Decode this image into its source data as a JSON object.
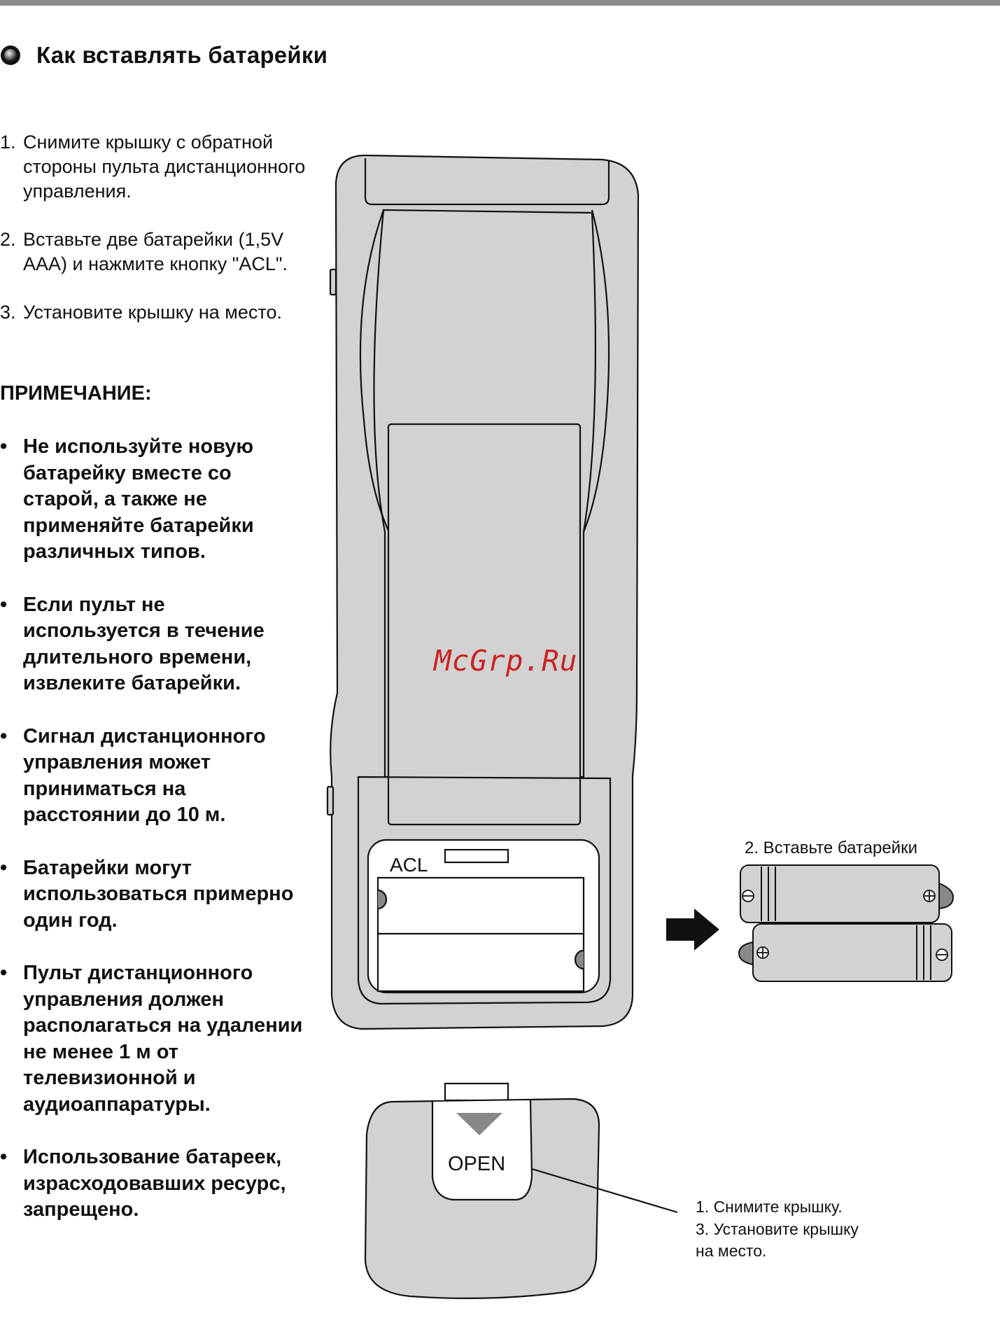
{
  "header": {
    "title": "Как вставлять батарейки"
  },
  "steps": [
    {
      "num": "1.",
      "text": "Снимите крышку с обратной стороны пульта дистанционного управления."
    },
    {
      "num": "2.",
      "text": "Вставьте две батарейки (1,5V AAA) и нажмите кнопку \"ACL\"."
    },
    {
      "num": "3.",
      "text": "Установите крышку на место."
    }
  ],
  "note_heading": "ПРИМЕЧАНИЕ:",
  "notes": [
    "Не используйте новую батарейку вместе со старой, а также не применяйте батарейки различных типов.",
    "Если пульт не используется в течение длительного времени, извлеките батарейки.",
    "Сигнал дистанционного управления может приниматься на расстоянии до 10 м.",
    "Батарейки могут использоваться примерно один год.",
    "Пульт дистанционного управления должен располагаться на удалении не менее 1 м от телевизионной и аудиоаппаратуры.",
    "Использование батареек, израсходовавших ресурс, запрещено."
  ],
  "illustration": {
    "acl_label": "ACL",
    "open_label": "OPEN",
    "insert_caption": "2. Вставьте батарейки",
    "cover_caption_1": "1. Снимите крышку.",
    "cover_caption_2": "3. Установите крышку",
    "cover_caption_3": "на место."
  },
  "watermark": "McGrp.Ru",
  "colors": {
    "device_fill": "#d2d2d2",
    "outline": "#111111",
    "watermark": "#cc2222"
  }
}
